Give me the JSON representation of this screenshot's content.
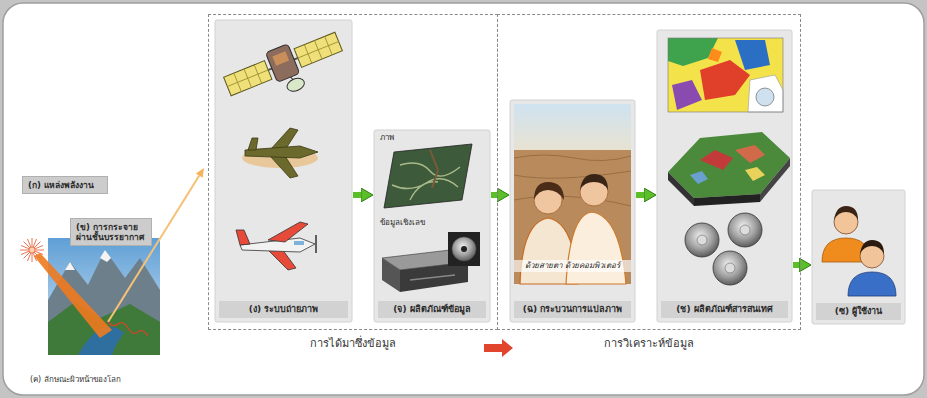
{
  "diagram": {
    "nodes": [
      {
        "text": [
          "(ก) แหล่งพลังงาน"
        ]
      },
      {
        "text": [
          "(ข) การกระจาย ผ่านชั้นบรรยากาศ"
        ]
      },
      {
        "text": [
          "การได้มาซึ่งข้อมูล"
        ]
      },
      {
        "text": [
          "(ง) ระบบถ่ายภาพ"
        ],
        "in": 2
      },
      {
        "text": [
          "ภาพ",
          "ข้อมูลเชิงเลข",
          "(จ) ผลิตภัณฑ์ข้อมูล"
        ],
        "in": 2
      },
      {
        "text": [
          "การวิเคราะห์ข้อมูล"
        ]
      },
      {
        "text": [
          "ด้วยสายตา ด้วยคอมพิวเตอร์",
          "(ฉ) กระบวนการแปลภาพ"
        ],
        "in": 5
      },
      {
        "text": [
          "(ช) ผลิตภัณฑ์สารสนเทศ"
        ],
        "in": 5
      },
      {
        "text": [
          "(ซ) ผู้ใช้งาน"
        ]
      }
    ],
    "edges": [
      {
        "from": 3,
        "to": 4,
        "arrow": "to"
      },
      {
        "from": 4,
        "to": 6,
        "arrow": "to"
      },
      {
        "from": 6,
        "to": 7,
        "arrow": "to"
      },
      {
        "from": 7,
        "to": 8,
        "arrow": "to"
      }
    ],
    "labels": [
      "(ค) ลักษณะผิวหน้าของโลก"
    ]
  }
}
